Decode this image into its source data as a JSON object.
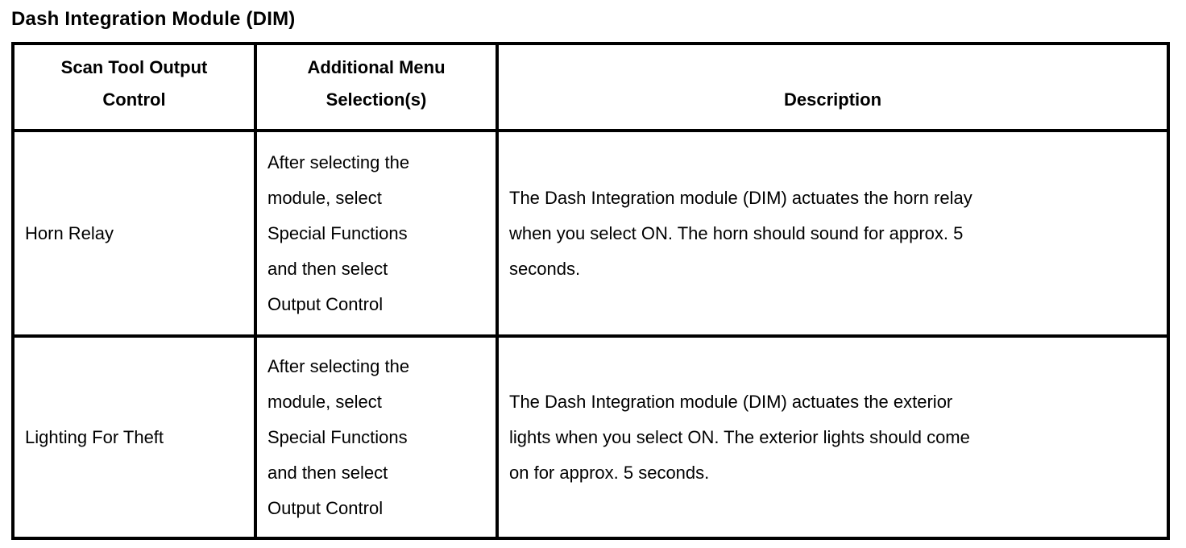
{
  "page": {
    "title": "Dash Integration Module (DIM)"
  },
  "colors": {
    "text": "#000000",
    "border": "#000000",
    "background": "#ffffff"
  },
  "table": {
    "columns": [
      {
        "label": "Scan Tool Output Control",
        "label_lines": [
          "Scan Tool Output",
          "Control"
        ]
      },
      {
        "label": "Additional Menu Selection(s)",
        "label_lines": [
          "Additional Menu",
          "Selection(s)"
        ]
      },
      {
        "label": "Description",
        "label_lines": [
          "Description"
        ]
      }
    ],
    "rows": [
      {
        "output_control": "Horn Relay",
        "menu_lines": [
          "After selecting the",
          "module, select",
          "Special Functions",
          "and then select",
          "Output Control"
        ],
        "description_lines": [
          "The Dash Integration module (DIM) actuates the horn relay",
          "when you select ON. The horn should sound for approx. 5",
          "seconds."
        ]
      },
      {
        "output_control": "Lighting For Theft",
        "menu_lines": [
          "After selecting the",
          "module, select",
          "Special Functions",
          "and then select",
          "Output Control"
        ],
        "description_lines": [
          "The Dash Integration module (DIM) actuates the exterior",
          "lights when you select ON. The exterior lights should come",
          "on for approx. 5 seconds."
        ]
      }
    ]
  }
}
